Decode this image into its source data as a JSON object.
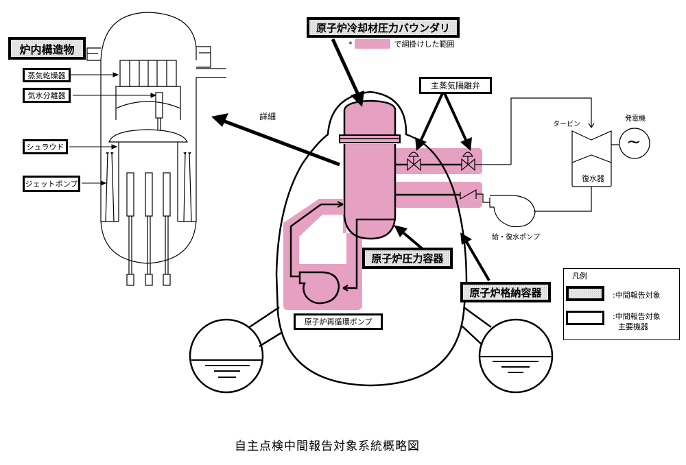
{
  "title": "自主点検中間報告対象系統概略図",
  "colors": {
    "boundary_fill": "#e6a0c2",
    "line": "#000000",
    "background": "#ffffff"
  },
  "labels": {
    "reactor_internals": "炉内構造物",
    "steam_dryer": "蒸気乾燥器",
    "steam_separator": "気水分離器",
    "shroud": "シュラウド",
    "jet_pump": "ジェットポンプ",
    "detail": "詳細",
    "coolant_pressure_boundary": "原子炉冷却材圧力バウンダリ",
    "boundary_note_prefix": "*",
    "boundary_note_suffix": "で網掛けした範囲",
    "msiv": "主蒸気隔離弁",
    "turbine": "タービン",
    "generator": "発電機",
    "generator_symbol": "~",
    "condenser": "復水器",
    "feed_pump": "給・復水ポンプ",
    "rpv": "原子炉圧力容器",
    "pcv": "原子炉格納容器",
    "recirc_pump": "原子炉再循環ポンプ"
  },
  "legend": {
    "title": "凡例",
    "items": [
      {
        "style": "thick-hatched",
        "text": ":中間報告対象"
      },
      {
        "style": "thin",
        "text": ":中間報告対象",
        "text2": "主要機器"
      }
    ]
  }
}
